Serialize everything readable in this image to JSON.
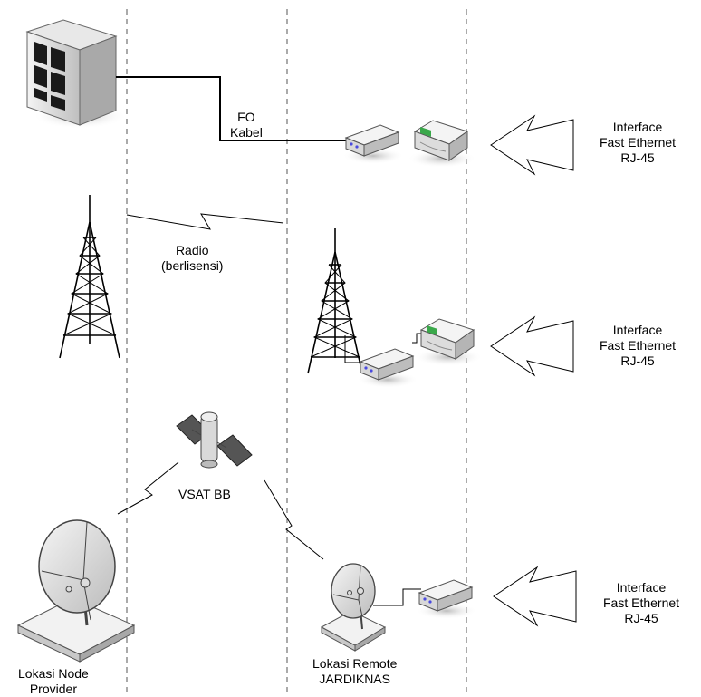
{
  "labels": {
    "fo_cable": "FO\nKabel",
    "radio": "Radio\n(berlisensi)",
    "vsat": "VSAT BB",
    "node_location": "Lokasi Node\nProvider",
    "remote_location": "Lokasi Remote\nJARDIKNAS"
  },
  "interfaces": [
    {
      "text": "Interface\nFast Ethernet\nRJ-45"
    },
    {
      "text": "Interface\nFast Ethernet\nRJ-45"
    },
    {
      "text": "Interface\nFast Ethernet\nRJ-45"
    }
  ],
  "colors": {
    "stroke": "#000000",
    "dash": "#555555",
    "device_top": "#f2f2f2",
    "device_side": "#c8c8c8",
    "shadow": "#d0d0d0",
    "accent_green": "#3aa84a"
  }
}
